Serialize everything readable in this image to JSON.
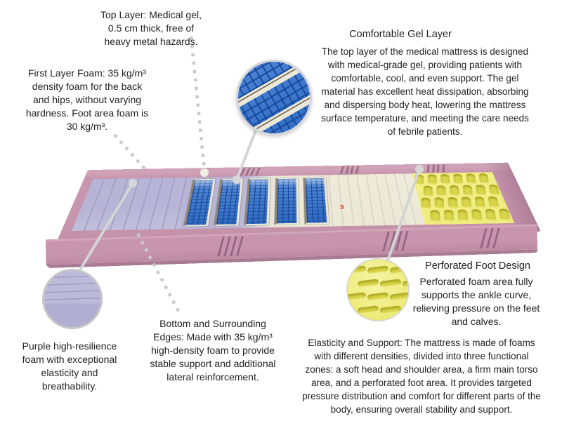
{
  "figure": {
    "callouts": {
      "top_layer": {
        "text": "Top Layer: Medical gel,\n0.5 cm thick, free of\nheavy metal hazards."
      },
      "first_layer_foam": {
        "text": "First Layer Foam: 35 kg/m³\ndensity foam for the back\nand hips, without varying\nhardness. Foot area foam is\n30 kg/m³."
      },
      "gel_layer": {
        "title": "Comfortable Gel Layer",
        "text": "The top layer of the medical mattress is designed\nwith medical-grade gel, providing patients with\ncomfortable, cool, and even support. The gel\nmaterial has excellent heat dissipation, absorbing\nand dispersing body heat, lowering the mattress\nsurface temperature, and meeting the care needs\nof febrile patients."
      },
      "perforated_foot": {
        "title": "Perforated Foot Design",
        "text": "Perforated foam area fully\nsupports the ankle curve,\nrelieving pressure on the feet\nand calves."
      },
      "elasticity": {
        "text": "Elasticity and Support: The mattress is made of foams\nwith different densities, divided into three functional\nzones: a soft head and shoulder area, a firm main torso\narea, and a perforated foot area. It provides targeted\npressure distribution and comfort for different parts of the\nbody, ensuring overall stability and support."
      },
      "bottom_edges": {
        "text": "Bottom and Surrounding\nEdges: Made with 35 kg/m³\nhigh-density foam to provide\nstable support and additional\nlateral reinforcement."
      },
      "purple_foam": {
        "text": "Purple high-resilience\nfoam with exceptional\nelasticity and\nbreathability."
      }
    },
    "mattress": {
      "zone_label": "3"
    },
    "colors": {
      "pink": "#c795ad",
      "pink-dark": "#a87b93",
      "pink-light": "#d0a2b7",
      "lavender": "#b7b4d6",
      "lavender-line": "#9e9bc2",
      "gel-blue": "#2f6cc4",
      "gel-blue-dark": "#1d4f9f",
      "cream": "#ece8d7",
      "cream-line": "#d8d4c2",
      "foam-yellow": "#eeec7b",
      "dimple-yellow": "#d9d64a",
      "zone-red": "#e03228",
      "leader-gray": "#c9c9c9",
      "text": "#222222"
    }
  }
}
